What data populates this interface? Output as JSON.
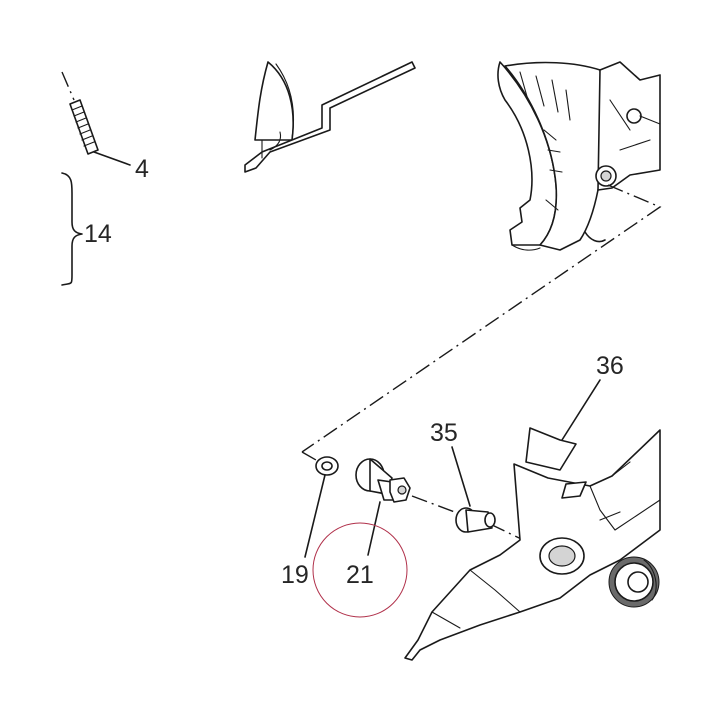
{
  "diagram": {
    "callouts": {
      "c4": "4",
      "c14": "14",
      "c36": "36",
      "c35": "35",
      "c19": "19",
      "c21": "21"
    },
    "highlight_color": "#b0304a"
  }
}
